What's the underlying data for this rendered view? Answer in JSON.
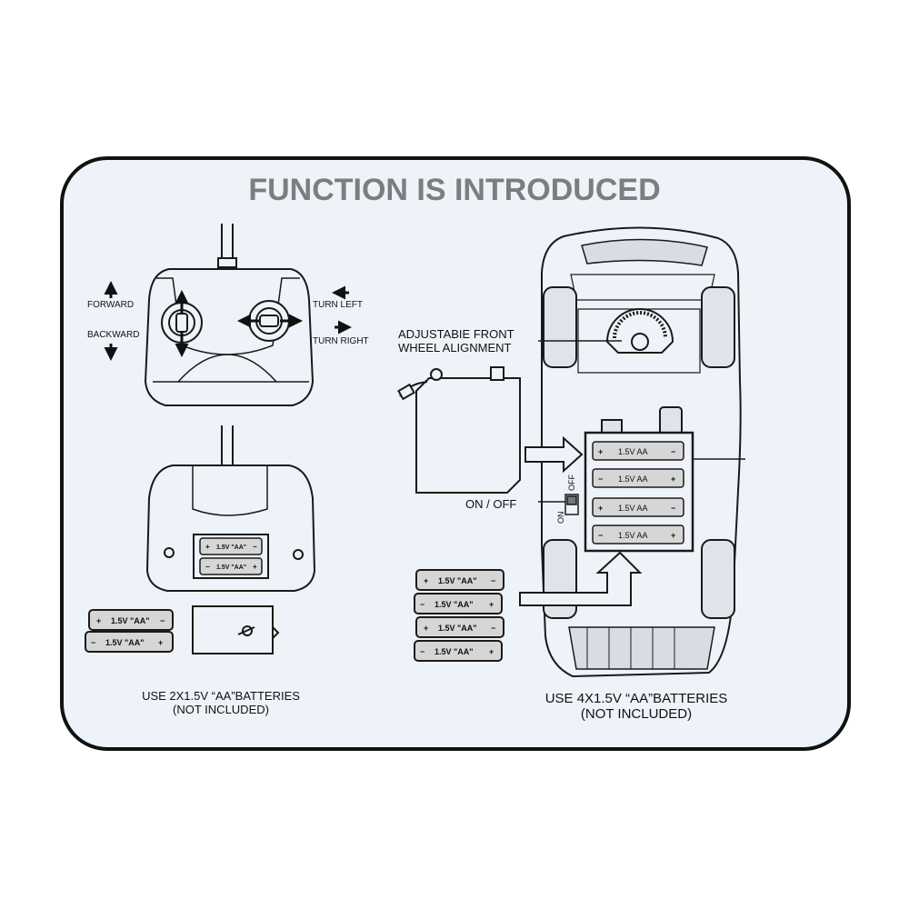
{
  "title": "FUNCTION IS INTRODUCED",
  "remote": {
    "forward": "FORWARD",
    "backward": "BACKWARD",
    "turn_left": "TURN LEFT",
    "turn_right": "TURN RIGHT",
    "battery_label": "1.5V \"AA\"",
    "caption_line1": "USE 2X1.5V “AA”BATTERIES",
    "caption_line2": "(NOT INCLUDED)"
  },
  "car": {
    "alignment_line1": "ADJUSTABIE FRONT",
    "alignment_line2": "WHEEL ALIGNMENT",
    "on_off": "ON / OFF",
    "switch_on": "ON",
    "switch_off": "OFF",
    "compartment_battery_label": "1.5V  AA",
    "loose_battery_label": "1.5V \"AA\"",
    "caption_line1": "USE 4X1.5V “AA”BATTERIES",
    "caption_line2": "(NOT INCLUDED)"
  },
  "icons": {
    "plus": "+",
    "minus": "−"
  },
  "colors": {
    "panel_bg": "#eef3f9",
    "title": "#7d7d7d",
    "line": "#1a1a1a",
    "battery_fill": "#d6d6d6"
  }
}
